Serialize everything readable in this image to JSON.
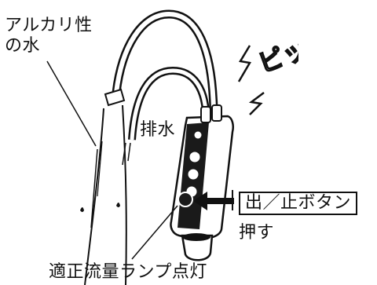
{
  "labels": {
    "alkaline_water": "アルカリ性の水",
    "drain": "排水",
    "button": "出／止ボタン",
    "push": "押す",
    "lamp": "適正流量ランプ点灯",
    "sound": "ピッ"
  }
}
